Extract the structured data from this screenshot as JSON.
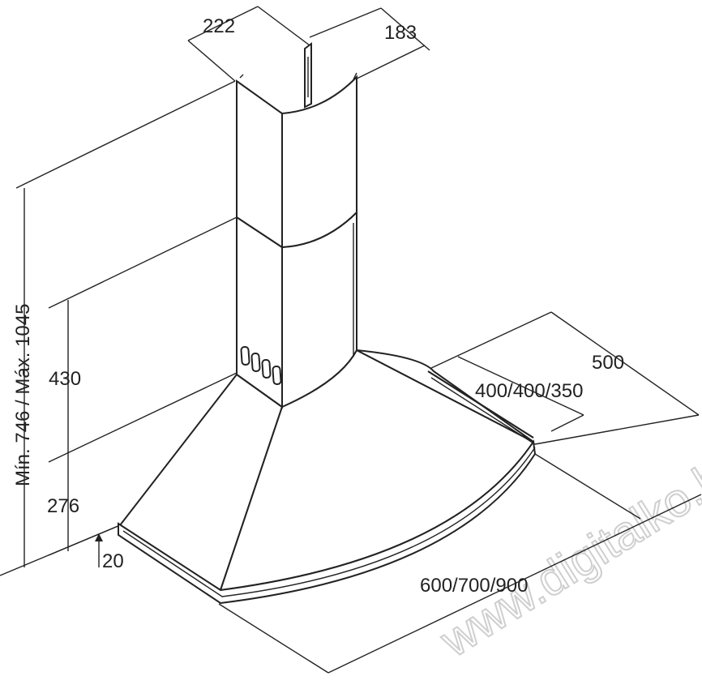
{
  "dimensions": {
    "chimney_width": "222",
    "chimney_depth": "183",
    "total_height": "Mín. 746 / Máx. 1045",
    "height_upper": "430",
    "height_lower": "276",
    "rim_height": "20",
    "depth": "500",
    "side_widths": "400/400/350",
    "front_widths": "600/700/900"
  },
  "watermark": "www.digitalko.hu",
  "colors": {
    "line": "#222222",
    "background": "#ffffff",
    "watermark": "#cfcfcf"
  }
}
